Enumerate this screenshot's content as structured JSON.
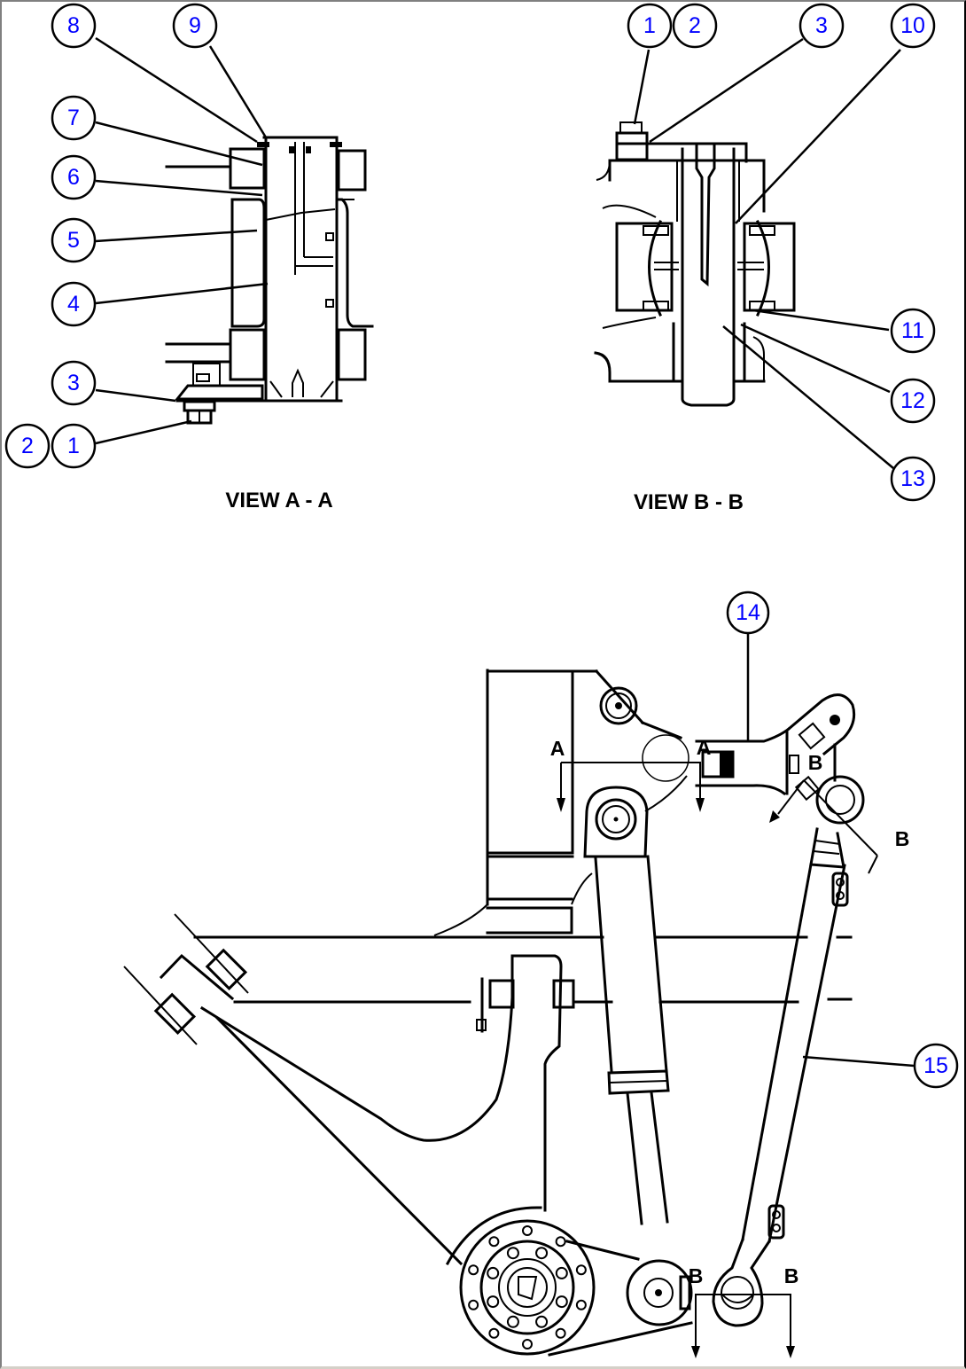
{
  "drawing": {
    "type": "parts-diagram",
    "views": [
      {
        "id": "view-a-a",
        "title": "VIEW A - A"
      },
      {
        "id": "view-b-b",
        "title": "VIEW B - B"
      }
    ],
    "section_markers": {
      "a_left": "A",
      "a_right": "A",
      "b_upper_left": "B",
      "b_upper_right": "B",
      "b_lower_left": "B",
      "b_lower_right": "B"
    },
    "callouts": {
      "view_a": [
        {
          "id": "a8",
          "label": "8"
        },
        {
          "id": "a9",
          "label": "9"
        },
        {
          "id": "a7",
          "label": "7"
        },
        {
          "id": "a6",
          "label": "6"
        },
        {
          "id": "a5",
          "label": "5"
        },
        {
          "id": "a4",
          "label": "4"
        },
        {
          "id": "a3",
          "label": "3"
        },
        {
          "id": "a2",
          "label": "2"
        },
        {
          "id": "a1",
          "label": "1"
        }
      ],
      "view_b": [
        {
          "id": "b1",
          "label": "1"
        },
        {
          "id": "b2",
          "label": "2"
        },
        {
          "id": "b3",
          "label": "3"
        },
        {
          "id": "b10",
          "label": "10"
        },
        {
          "id": "b11",
          "label": "11"
        },
        {
          "id": "b12",
          "label": "12"
        },
        {
          "id": "b13",
          "label": "13"
        }
      ],
      "main": [
        {
          "id": "m14",
          "label": "14"
        },
        {
          "id": "m15",
          "label": "15"
        }
      ]
    },
    "colors": {
      "callout_text": "#0000ff",
      "line": "#000000",
      "background": "#ffffff"
    }
  }
}
